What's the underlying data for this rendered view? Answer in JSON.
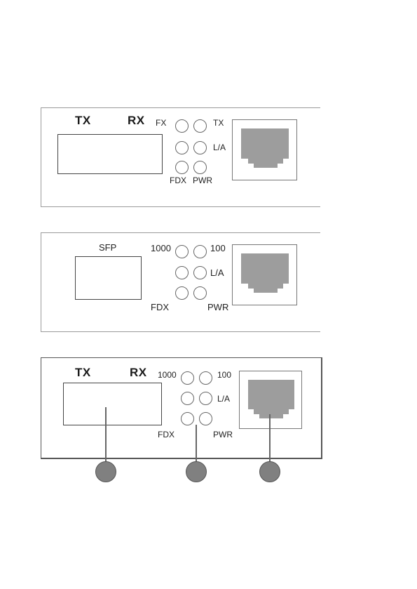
{
  "panel_1": {
    "tx": "TX",
    "rx": "RX",
    "led_top_left": "FX",
    "led_top_right": "TX",
    "led_mid_right": "L/A",
    "led_bottom_left": "FDX",
    "led_bottom_right": "PWR"
  },
  "panel_2": {
    "port": "SFP",
    "led_top_left": "1000",
    "led_top_right": "100",
    "led_mid_right": "L/A",
    "led_bottom_left": "FDX",
    "led_bottom_right": "PWR"
  },
  "panel_3": {
    "tx": "TX",
    "rx": "RX",
    "led_top_left": "1000",
    "led_top_right": "100",
    "led_mid_right": "L/A",
    "led_bottom_left": "FDX",
    "led_bottom_right": "PWR"
  },
  "colors": {
    "rj45_fill": "#9d9d9d",
    "callout_dot": "#808080",
    "outline": "#444444"
  }
}
